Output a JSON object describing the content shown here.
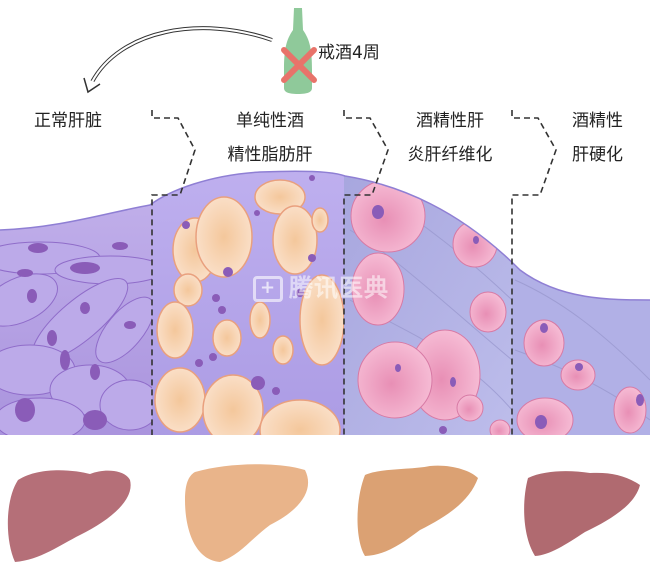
{
  "title_annotation": {
    "text": "戒酒4周",
    "icon": "no-alcohol-bottle-icon",
    "arrow": "curved-arrow-back-to-normal"
  },
  "stages": [
    {
      "id": "normal",
      "label_lines": [
        "正常肝脏"
      ],
      "tissue_color": "#b9a6e6",
      "liver_color": "#b56f78"
    },
    {
      "id": "fatty",
      "label_lines": [
        "单纯性酒",
        "精性脂肪肝"
      ],
      "tissue_color": "#b8a9ec",
      "liver_color": "#e9b48a"
    },
    {
      "id": "fibrosis",
      "label_lines": [
        "酒精性肝",
        "炎肝纤维化"
      ],
      "tissue_color": "#a9abe0",
      "liver_color": "#dba173"
    },
    {
      "id": "cirrhosis",
      "label_lines": [
        "酒精性",
        "肝硬化"
      ],
      "tissue_color": "#b0b0e6",
      "liver_color": "#b06a70"
    }
  ],
  "watermark": {
    "text": "腾讯医典",
    "icon": "plus-document-icon"
  },
  "colors": {
    "bottle": "#8fc99a",
    "cross": "#e8736a",
    "fat_droplet": "#f6cfa7",
    "hepatocyte_pink": "#ee9ec0",
    "nucleus": "#8a5cb8",
    "dashed_line": "#333333"
  }
}
